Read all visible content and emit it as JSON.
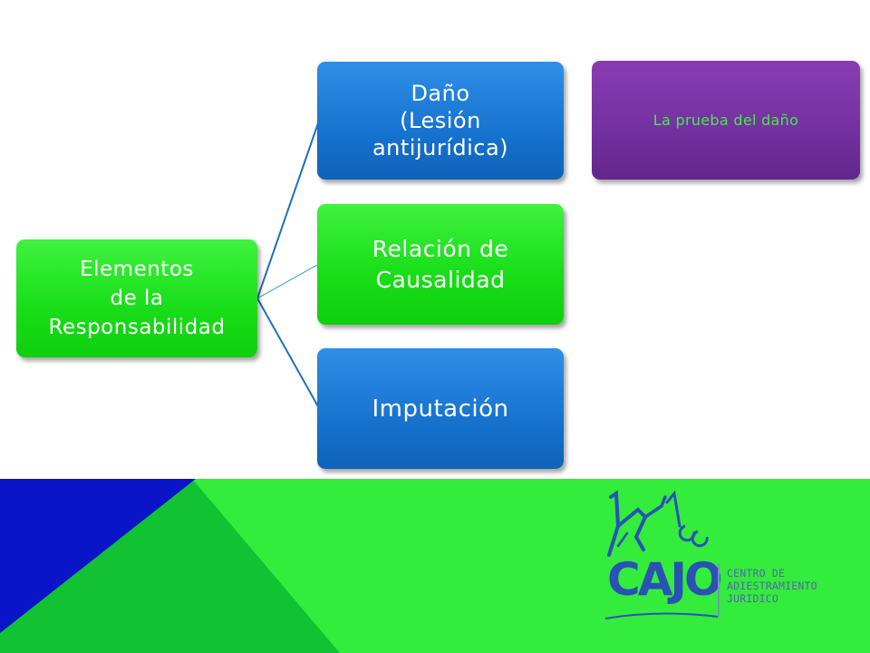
{
  "diagram": {
    "root": {
      "label": "Elementos\nde la\nResponsabilidad"
    },
    "children": [
      {
        "label": "Daño\n(Lesión\nantijurídica)"
      },
      {
        "label": "Relación de\nCausalidad"
      },
      {
        "label": "Imputación"
      }
    ],
    "side_note": {
      "label": "La prueba del daño"
    }
  },
  "logo": {
    "wordmark": "CAJO",
    "subtitle": "CENTRO DE\nADIESTRAMIENTO\nJURIDICO"
  },
  "colors": {
    "green_node": "#18dd18",
    "blue_node": "#1673cf",
    "purple_node": "#7330a0",
    "note_text": "#46ea46",
    "connector": "#1f6fc4",
    "footer_blue": "#0a14c8",
    "footer_green_dark": "#11c233",
    "footer_green_light": "#33ec3c",
    "logo_blue": "#2a52b4"
  }
}
